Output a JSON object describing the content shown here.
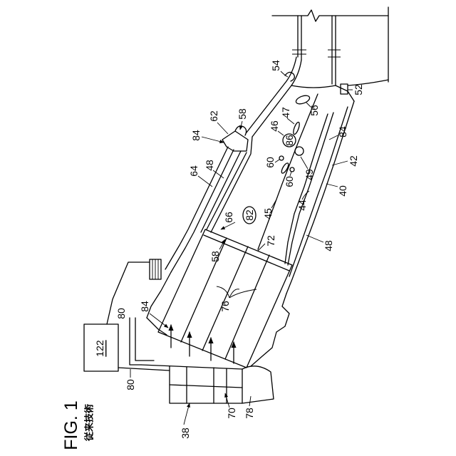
{
  "figure": {
    "title": "FIG. 1",
    "caption": "従来技術"
  },
  "controller_box": {
    "label": "122"
  },
  "reference_numerals": [
    "54",
    "52",
    "58",
    "62",
    "84",
    "47",
    "56",
    "46",
    "86",
    "84",
    "42",
    "60",
    "64",
    "48",
    "60",
    "49",
    "66",
    "82",
    "45",
    "40",
    "44",
    "72",
    "48",
    "58",
    "80",
    "84",
    "76",
    "80",
    "38",
    "70",
    "78"
  ],
  "colors": {
    "line": "#000000",
    "background": "#ffffff"
  }
}
